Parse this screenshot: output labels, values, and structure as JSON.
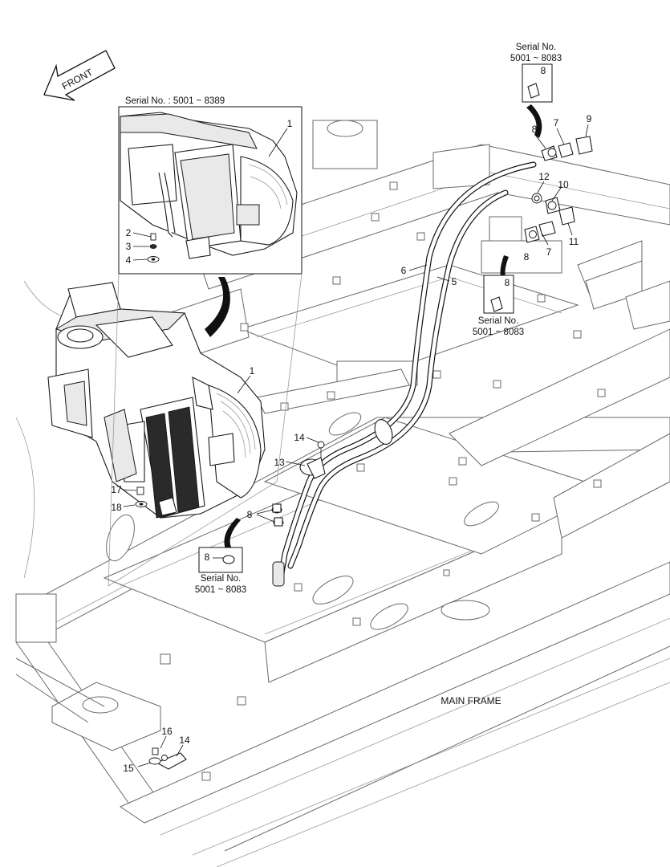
{
  "front_label": "FRONT",
  "main_frame_label": "MAIN FRAME",
  "inset_main": {
    "serial_label": "Serial No. : 5001 ~ 8389"
  },
  "inset_top": {
    "serial_line1": "Serial No.",
    "serial_line2": "5001 ~ 8083",
    "part": "8"
  },
  "inset_mid": {
    "serial_line1": "Serial No.",
    "serial_line2": "5001 ~ 8083",
    "part": "8"
  },
  "inset_bottom": {
    "serial_line1": "Serial No.",
    "serial_line2": "5001 ~ 8083",
    "part": "8"
  },
  "callouts": {
    "c1_inset": "1",
    "c2": "2",
    "c3": "3",
    "c4": "4",
    "c1_main": "1",
    "c17": "17",
    "c18": "18",
    "c8_top": "8",
    "c7_top": "7",
    "c9": "9",
    "c12": "12",
    "c10": "10",
    "c11": "11",
    "c7_mid": "7",
    "c8_mid": "8",
    "c6": "6",
    "c5": "5",
    "c14_main": "14",
    "c13": "13",
    "c8_lower": "8",
    "c16": "16",
    "c14_bottom": "14",
    "c15": "15"
  }
}
